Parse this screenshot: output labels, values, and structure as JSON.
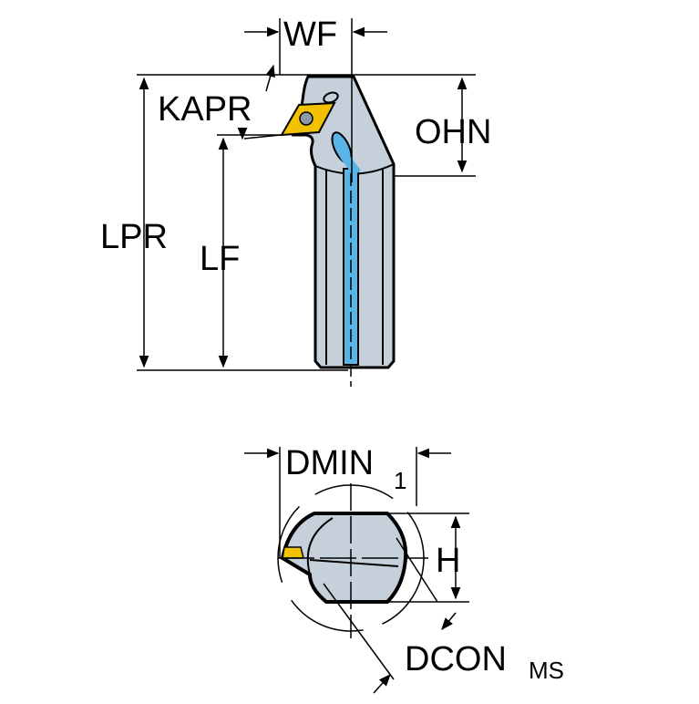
{
  "title": "Boring bar dimension diagram",
  "labels": {
    "wf": "WF",
    "kapr": "KAPR",
    "ohn": "OHN",
    "lpr": "LPR",
    "lf": "LF",
    "dmin": "DMIN",
    "dmin_sub": "1",
    "h": "H",
    "dcon": "DCON",
    "dcon_sub": "MS"
  },
  "colors": {
    "body": "#c5d0da",
    "coolant": "#5ab4e6",
    "insert": "#f2c200",
    "line": "#000000"
  }
}
